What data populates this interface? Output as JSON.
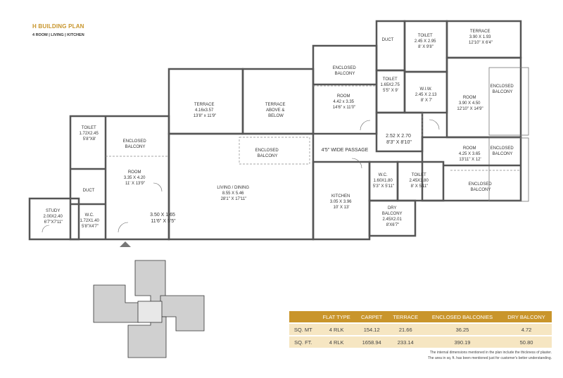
{
  "header": {
    "title": "H BUILDING PLAN",
    "subtitle": "4 ROOM | LIVING | KITCHEN"
  },
  "rooms": {
    "duct_top": "DUCT",
    "toilet_top": [
      "TOILET",
      "2.45 X 2.95",
      "8' X 9'8\""
    ],
    "terrace_top": [
      "TERRACE",
      "3.90 X 1.93",
      "12'10\" X 6'4\""
    ],
    "enclosed_balcony_upper": [
      "ENCLOSED",
      "BALCONY"
    ],
    "toilet_mid": [
      "TOILET",
      "1.65X2.75",
      "5'5\" X 9'"
    ],
    "wiw": [
      "W.I.W.",
      "2.45 X 2.13",
      "8' X 7'"
    ],
    "room_right_top": [
      "ROOM",
      "3.90 X 4.50",
      "12'10\" X 14'9\""
    ],
    "enclosed_balcony_right_top": [
      "ENCLOSED",
      "BALCONY"
    ],
    "terrace_left": [
      "TERRACE",
      "4.16x3.57",
      "13'8\" x 11'9\""
    ],
    "terrace_above_below": [
      "TERRACE",
      "ABOVE &",
      "BELOW"
    ],
    "room_center": [
      "ROOM",
      "4.42 x 3.35",
      "14'6\" x 11'0\""
    ],
    "passage_box": [
      "2.52 X 2.70",
      "8'3\" X 8'10\""
    ],
    "toilet_left": [
      "TOILET",
      "1.72X2.45",
      "5'8\"X8'"
    ],
    "enclosed_balcony_left": [
      "ENCLOSED",
      "BALCONY"
    ],
    "enclosed_balcony_center": [
      "ENCLOSED",
      "BALCONY"
    ],
    "passage": "4'5\" WIDE PASSAGE",
    "room_right_mid": [
      "ROOM",
      "4.25 X 3.65",
      "13'11\" X 12'"
    ],
    "enclosed_balcony_right_mid": [
      "ENCLOSED",
      "BALCONY"
    ],
    "room_left": [
      "ROOM",
      "3.35 X 4.20",
      "11' X 13'9\""
    ],
    "living": [
      "LIVING / DINING",
      "8.55 X 5.46",
      "28'1\" X 17'11\""
    ],
    "kitchen": [
      "KITCHEN",
      "3.05 X 3.96",
      "10' X 13'"
    ],
    "wc_center": [
      "W.C.",
      "1.60X1.80",
      "5'3\" X 5'11\""
    ],
    "toilet_right": [
      "TOILET",
      "2.45X1.80",
      "8' X 5'11\""
    ],
    "enclosed_balcony_right_bottom": [
      "ENCLOSED",
      "BALCONY"
    ],
    "duct_left": "DUCT",
    "study": [
      "STUDY",
      "2.00X2.40",
      "6'7\"X7'11\""
    ],
    "wc_left": [
      "W.C.",
      "1.72X1.40",
      "5'8\"X4'7\""
    ],
    "foyer": [
      "3.50 X 1.65",
      "11'6\" X 5'5\""
    ],
    "dry_balcony": [
      "DRY",
      "BALCONY",
      "2.45X2.01",
      "8'X6'7\""
    ]
  },
  "area_table": {
    "headers": [
      "",
      "FLAT TYPE",
      "CARPET",
      "TERRACE",
      "ENCLOSED BALCONIES",
      "DRY BALCONY"
    ],
    "rows": [
      [
        "SQ. MT",
        "4 RLK",
        "154.12",
        "21.66",
        "36.25",
        "4.72"
      ],
      [
        "SQ. FT.",
        "4 RLK",
        "1658.94",
        "233.14",
        "390.19",
        "50.80"
      ]
    ]
  },
  "notes": [
    "The internal dimensions mentioned in the plan include the thickness of plaster.",
    "The area in sq. ft. has been mentioned just for customer's better understanding."
  ],
  "colors": {
    "accent": "#c9952b",
    "table_row": "#f6e6c2",
    "key_plan": "#d0d0d0"
  }
}
